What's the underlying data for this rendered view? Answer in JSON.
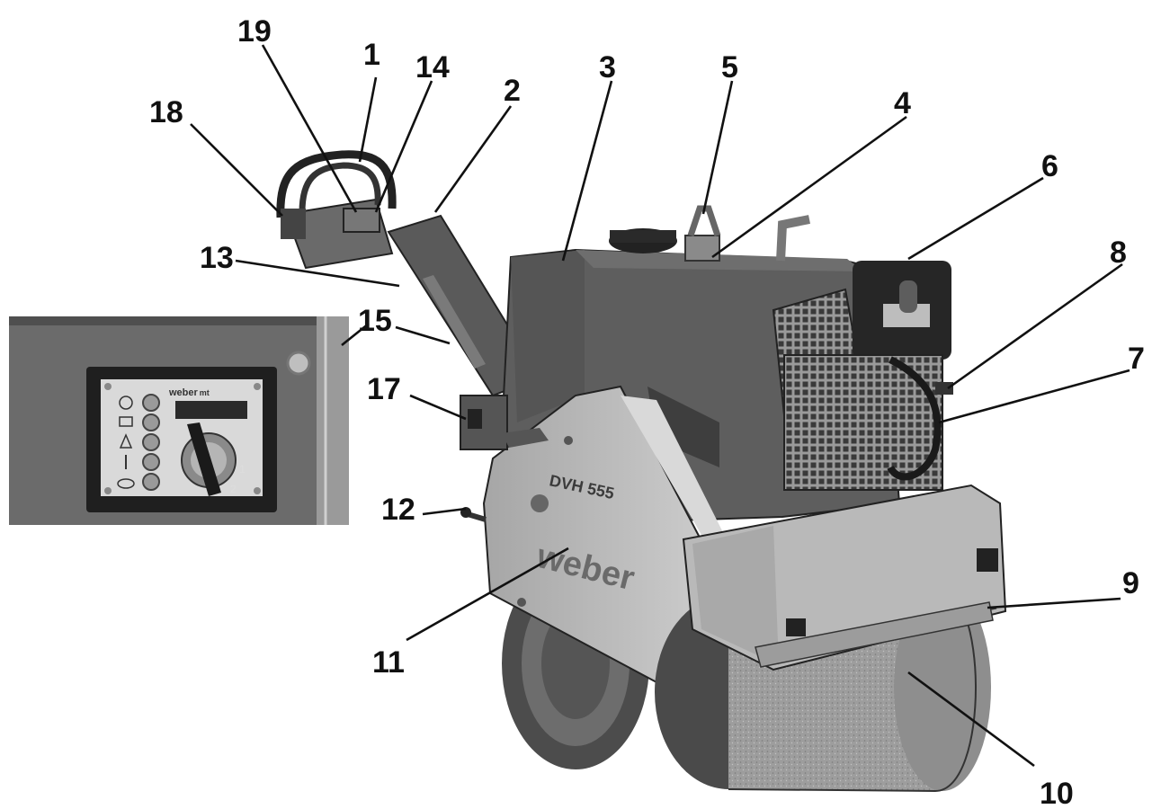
{
  "callouts": [
    "19",
    "1",
    "14",
    "2",
    "3",
    "5",
    "4",
    "6",
    "8",
    "7",
    "18",
    "13",
    "15",
    "17",
    "12",
    "11",
    "9",
    "10"
  ],
  "machine_model_label": "DVH 555",
  "brand_label": "weber",
  "brand_suffix": "mt",
  "panel": {
    "brand_label": "weber",
    "brand_suffix": "mt",
    "switch_positions": [
      "1",
      "2"
    ]
  },
  "colors": {
    "body": "#5e5e5e",
    "drum": "#8a8a8a",
    "frame": "#a8a8a8",
    "ink": "#111111"
  }
}
